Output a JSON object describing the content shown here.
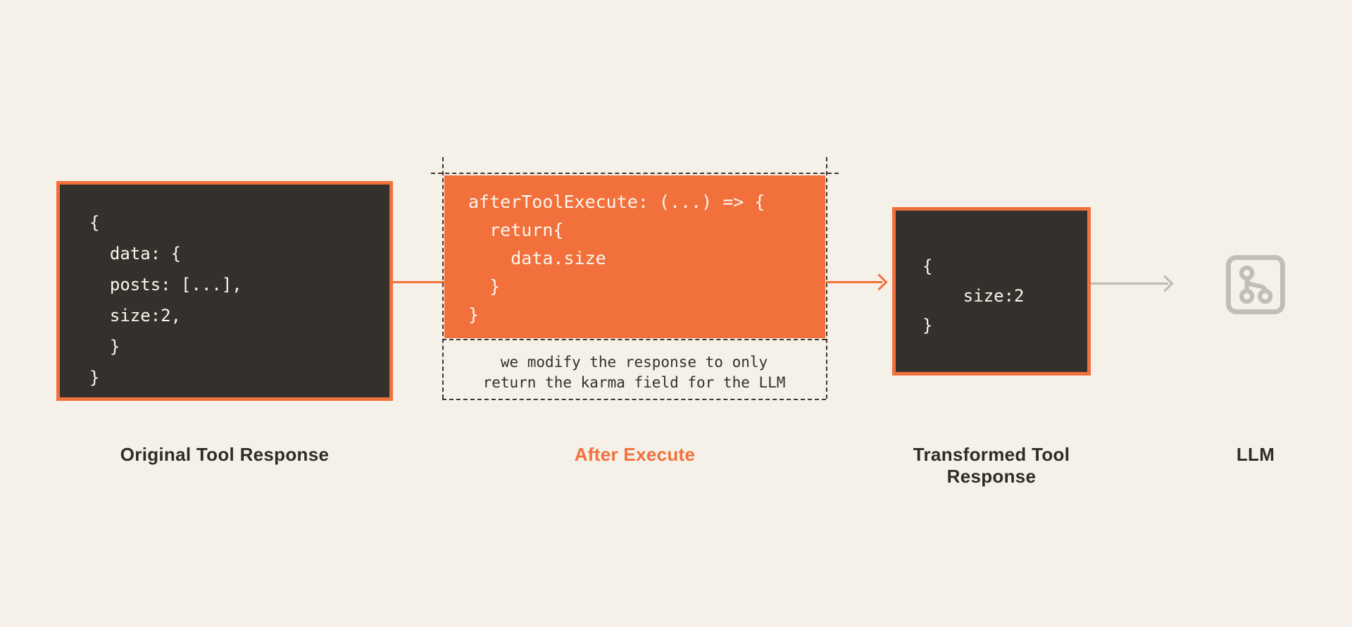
{
  "canvas": {
    "background": "#f5f1e9"
  },
  "colors": {
    "accent_orange": "#f2703b",
    "dark_panel": "#34312d",
    "code_text": "#faf6ef",
    "label_text": "#2f2c28",
    "muted_gray": "#bdb9b1",
    "dash_line": "#3b3833"
  },
  "original_response": {
    "label": "Original Tool Response",
    "code": "{\n  data: {\n  posts: [...],\n  size:2,\n  }\n}"
  },
  "after_execute": {
    "label": "After Execute",
    "code": "afterToolExecute: (...) => {\n  return{\n    data.size\n  }\n}",
    "caption": "we modify the response to only\nreturn the karma field for the LLM"
  },
  "transformed_response": {
    "label": "Transformed Tool Response",
    "code": "{\n    size:2\n}"
  },
  "llm": {
    "label": "LLM",
    "icon": "llm-circuit-icon"
  }
}
